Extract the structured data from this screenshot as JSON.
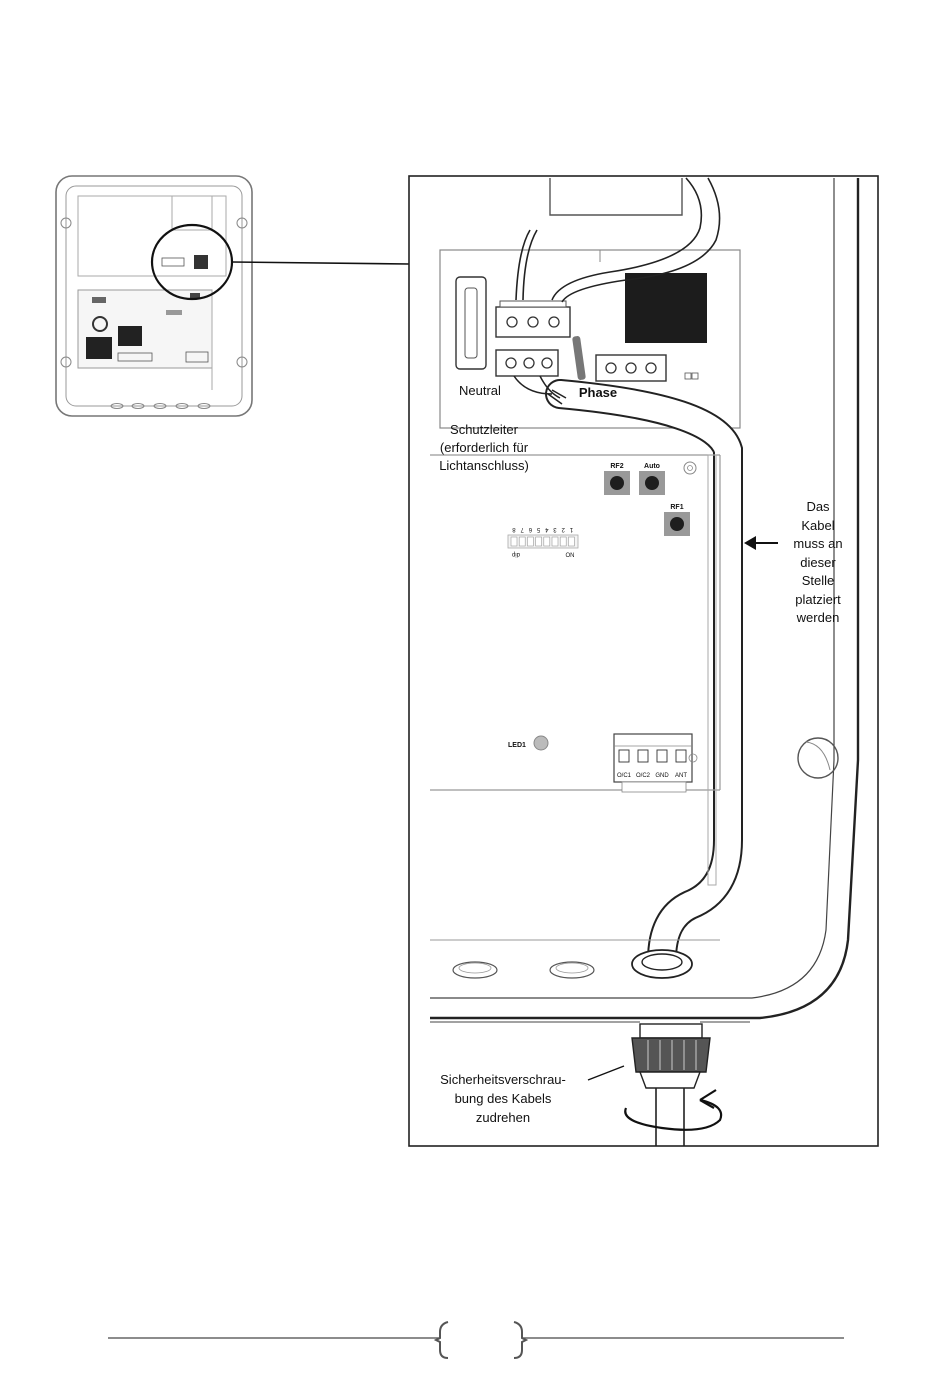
{
  "labels": {
    "neutral": "Neutral",
    "phase": "Phase",
    "protective_conductor": [
      "Schutzleiter",
      "(erforderlich für",
      "Lichtanschluss)"
    ],
    "cable_position_note": [
      "Das",
      "Kabel",
      "muss an",
      "dieser",
      "Stelle",
      "platziert",
      "werden"
    ],
    "gland_instruction": [
      "Sicherheitsverschrau-",
      "bung des Kabels",
      "zudrehen"
    ]
  },
  "board": {
    "button_rf2": "RF2",
    "button_auto": "Auto",
    "button_rf1": "RF1",
    "led": "LED1",
    "dip_numbers": [
      "8",
      "7",
      "6",
      "5",
      "4",
      "3",
      "2",
      "1"
    ],
    "dip_left": "dip",
    "dip_right": "ON",
    "terminals": [
      "O/C1",
      "O/C2",
      "GND",
      "ANT"
    ]
  }
}
